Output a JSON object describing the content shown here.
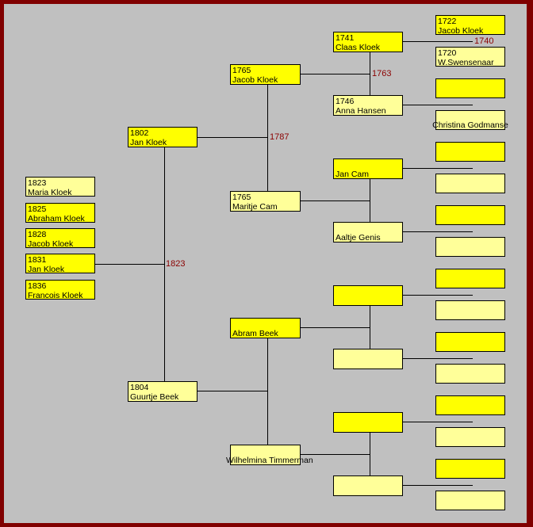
{
  "colors": {
    "frame": "#800000",
    "background": "#c0c0c0",
    "male": "#ffff00",
    "female": "#ffff99",
    "marriage_year": "#8b0000"
  },
  "children": [
    {
      "year": "1823",
      "name": "Maria Kloek",
      "sex": "f"
    },
    {
      "year": "1825",
      "name": "Abraham Kloek",
      "sex": "m"
    },
    {
      "year": "1828",
      "name": "Jacob Kloek",
      "sex": "m"
    },
    {
      "year": "1831",
      "name": "Jan Kloek",
      "sex": "m"
    },
    {
      "year": "1836",
      "name": "Francois Kloek",
      "sex": "m"
    }
  ],
  "gen1": [
    {
      "year": "1802",
      "name": "Jan Kloek"
    },
    {
      "year": "1804",
      "name": "Guurtje Beek"
    }
  ],
  "gen2": [
    {
      "year": "1765",
      "name": "Jacob Kloek"
    },
    {
      "year": "1765",
      "name": "Maritje Cam"
    },
    {
      "year": "",
      "name": "Abram Beek"
    },
    {
      "year": "",
      "name": "Wilhelmina Timmerman",
      "center": true
    }
  ],
  "gen3": [
    {
      "year": "1741",
      "name": "Claas Kloek"
    },
    {
      "year": "1746",
      "name": "Anna Hansen"
    },
    {
      "year": "",
      "name": "Jan Cam"
    },
    {
      "year": "",
      "name": "Aaltje Genis"
    },
    {
      "year": "",
      "name": ""
    },
    {
      "year": "",
      "name": ""
    },
    {
      "year": "",
      "name": ""
    },
    {
      "year": "",
      "name": ""
    }
  ],
  "gen4": [
    {
      "year": "1722",
      "name": "Jacob Kloek"
    },
    {
      "year": "1720",
      "name": "W.Swensenaar"
    },
    {
      "year": "",
      "name": ""
    },
    {
      "year": "",
      "name": "Christina Godmanse",
      "center": true
    },
    {
      "year": "",
      "name": ""
    },
    {
      "year": "",
      "name": ""
    },
    {
      "year": "",
      "name": ""
    },
    {
      "year": "",
      "name": ""
    },
    {
      "year": "",
      "name": ""
    },
    {
      "year": "",
      "name": ""
    },
    {
      "year": "",
      "name": ""
    },
    {
      "year": "",
      "name": ""
    },
    {
      "year": "",
      "name": ""
    },
    {
      "year": "",
      "name": ""
    },
    {
      "year": "",
      "name": ""
    },
    {
      "year": "",
      "name": ""
    }
  ],
  "marriages": {
    "parents": "1823",
    "gen2_0": "1787",
    "gen3_0": "1763",
    "gen4_0": "1740"
  }
}
